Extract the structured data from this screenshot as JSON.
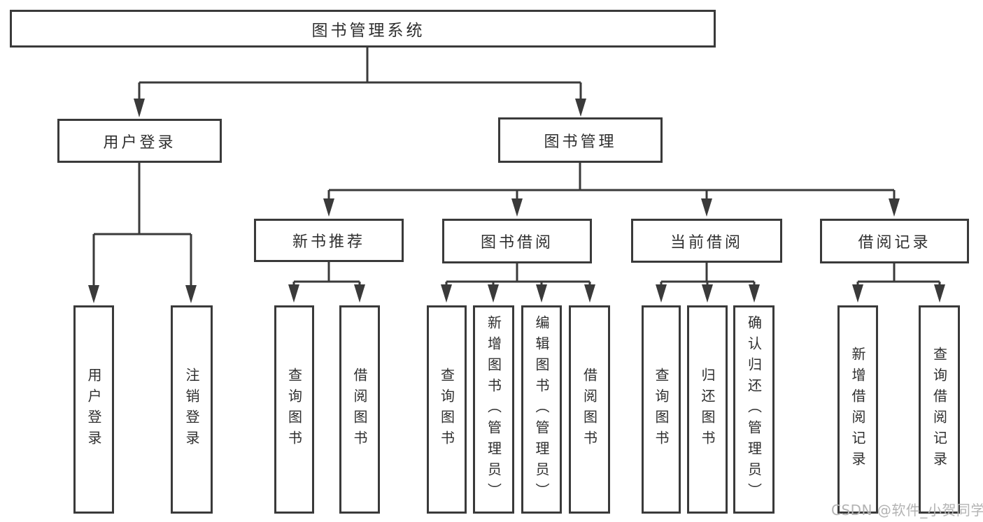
{
  "colors": {
    "line": "#3a3a3a",
    "text": "#2f2f2f",
    "box-bg": "#ffffff",
    "watermark": "#b3b3b3",
    "page-bg": "#ffffff"
  },
  "diagram": {
    "type": "hierarchy-tree",
    "root": {
      "label": "图书管理系统"
    },
    "level2": [
      {
        "label": "用户登录",
        "parent": "图书管理系统"
      },
      {
        "label": "图书管理",
        "parent": "图书管理系统"
      }
    ],
    "level3": [
      {
        "label": "新书推荐",
        "parent": "图书管理"
      },
      {
        "label": "图书借阅",
        "parent": "图书管理"
      },
      {
        "label": "当前借阅",
        "parent": "图书管理"
      },
      {
        "label": "借阅记录",
        "parent": "图书管理"
      }
    ],
    "leaves": [
      {
        "label": "用户登录",
        "parent": "用户登录"
      },
      {
        "label": "注销登录",
        "parent": "用户登录"
      },
      {
        "label": "查询图书",
        "parent": "新书推荐"
      },
      {
        "label": "借阅图书",
        "parent": "新书推荐"
      },
      {
        "label": "查询图书",
        "parent": "图书借阅"
      },
      {
        "label": "新增图书（管理员）",
        "parent": "图书借阅"
      },
      {
        "label": "编辑图书（管理员）",
        "parent": "图书借阅"
      },
      {
        "label": "借阅图书",
        "parent": "图书借阅"
      },
      {
        "label": "查询图书",
        "parent": "当前借阅"
      },
      {
        "label": "归还图书",
        "parent": "当前借阅"
      },
      {
        "label": "确认归还（管理员）",
        "parent": "当前借阅"
      },
      {
        "label": "新增借阅记录",
        "parent": "借阅记录"
      },
      {
        "label": "查询借阅记录",
        "parent": "借阅记录"
      }
    ]
  },
  "watermark": {
    "text": "CSDN @软件_小贺同学"
  }
}
